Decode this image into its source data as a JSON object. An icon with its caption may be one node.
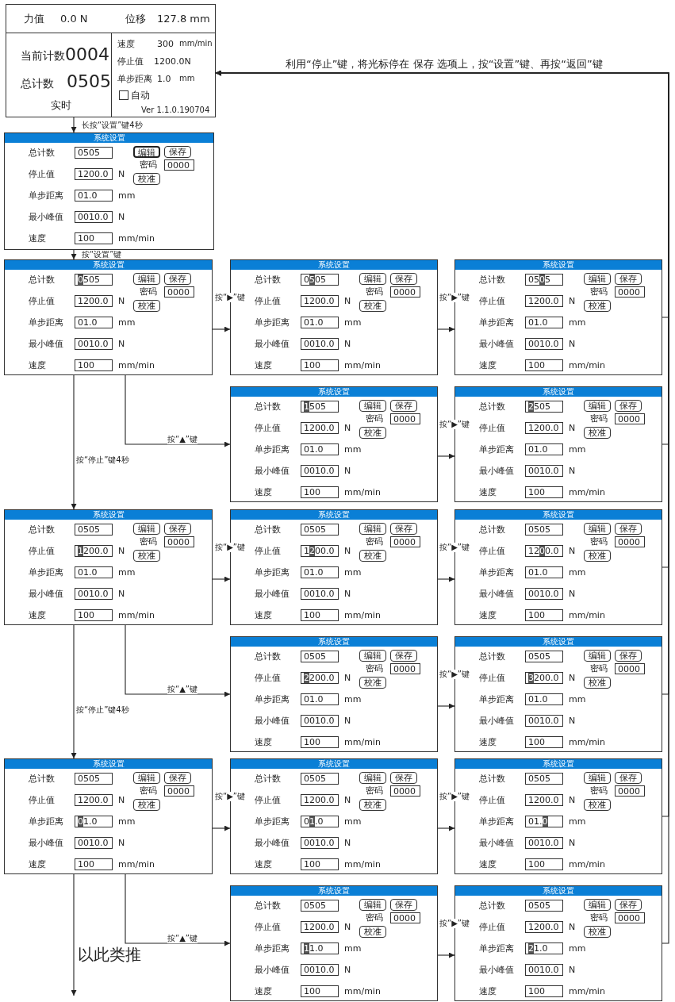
{
  "diagram": {
    "nodes": [
      {
        "text": [
          "力值",
          "0.0 N",
          "位移",
          "127.8 mm",
          "当前计数",
          "0004",
          "总计数",
          "0505",
          "实时",
          "速度",
          "300",
          "mm/min",
          "停止值",
          "1200.0N",
          "单步距离",
          "1.0",
          "mm",
          "自动",
          "Ver 1.1.0.190704"
        ]
      },
      {
        "text": [
          "系统设置",
          "总计数",
          "0505",
          "编辑",
          "保存",
          "密码",
          "0000",
          "停止值",
          "1200.0",
          "N",
          "校准",
          "单步距离",
          "01.0",
          "mm",
          "最小峰值",
          "0010.0",
          "N",
          "速度",
          "100",
          "mm/min"
        ]
      },
      {
        "text": [
          "系统设置",
          "总计数",
          "0505",
          "编辑",
          "保存",
          "密码",
          "0000",
          "停止值",
          "1200.0",
          "N",
          "校准",
          "单步距离",
          "01.0",
          "mm",
          "最小峰值",
          "0010.0",
          "N",
          "速度",
          "100",
          "mm/min"
        ]
      },
      {
        "text": [
          "系统设置",
          "总计数",
          "0505",
          "编辑",
          "保存",
          "密码",
          "0000",
          "停止值",
          "1200.0",
          "N",
          "校准",
          "单步距离",
          "01.0",
          "mm",
          "最小峰值",
          "0010.0",
          "N",
          "速度",
          "100",
          "mm/min"
        ]
      },
      {
        "text": [
          "系统设置",
          "总计数",
          "0505",
          "编辑",
          "保存",
          "密码",
          "0000",
          "停止值",
          "1200.0",
          "N",
          "校准",
          "单步距离",
          "01.0",
          "mm",
          "最小峰值",
          "0010.0",
          "N",
          "速度",
          "100",
          "mm/min"
        ]
      },
      {
        "text": [
          "系统设置",
          "总计数",
          "1505",
          "编辑",
          "保存",
          "密码",
          "0000",
          "停止值",
          "1200.0",
          "N",
          "校准",
          "单步距离",
          "01.0",
          "mm",
          "最小峰值",
          "0010.0",
          "N",
          "速度",
          "100",
          "mm/min"
        ]
      },
      {
        "text": [
          "系统设置",
          "总计数",
          "2505",
          "编辑",
          "保存",
          "密码",
          "0000",
          "停止值",
          "1200.0",
          "N",
          "校准",
          "单步距离",
          "01.0",
          "mm",
          "最小峰值",
          "0010.0",
          "N",
          "速度",
          "100",
          "mm/min"
        ]
      },
      {
        "text": [
          "系统设置",
          "总计数",
          "0505",
          "编辑",
          "保存",
          "密码",
          "0000",
          "停止值",
          "1200.0",
          "N",
          "校准",
          "单步距离",
          "01.0",
          "mm",
          "最小峰值",
          "0010.0",
          "N",
          "速度",
          "100",
          "mm/min"
        ]
      },
      {
        "text": [
          "系统设置",
          "总计数",
          "0505",
          "编辑",
          "保存",
          "密码",
          "0000",
          "停止值",
          "1200.0",
          "N",
          "校准",
          "单步距离",
          "01.0",
          "mm",
          "最小峰值",
          "0010.0",
          "N",
          "速度",
          "100",
          "mm/min"
        ]
      },
      {
        "text": [
          "系统设置",
          "总计数",
          "0505",
          "编辑",
          "保存",
          "密码",
          "0000",
          "停止值",
          "1200.0",
          "N",
          "校准",
          "单步距离",
          "01.0",
          "mm",
          "最小峰值",
          "0010.0",
          "N",
          "速度",
          "100",
          "mm/min"
        ]
      },
      {
        "text": [
          "系统设置",
          "总计数",
          "0505",
          "编辑",
          "保存",
          "密码",
          "0000",
          "停止值",
          "2200.0",
          "N",
          "校准",
          "单步距离",
          "01.0",
          "mm",
          "最小峰值",
          "0010.0",
          "N",
          "速度",
          "100",
          "mm/min"
        ]
      },
      {
        "text": [
          "系统设置",
          "总计数",
          "0505",
          "编辑",
          "保存",
          "密码",
          "0000",
          "停止值",
          "3200.0",
          "N",
          "校准",
          "单步距离",
          "01.0",
          "mm",
          "最小峰值",
          "0010.0",
          "N",
          "速度",
          "100",
          "mm/min"
        ]
      },
      {
        "text": [
          "系统设置",
          "总计数",
          "0505",
          "编辑",
          "保存",
          "密码",
          "0000",
          "停止值",
          "1200.0",
          "N",
          "校准",
          "单步距离",
          "01.0",
          "mm",
          "最小峰值",
          "0010.0",
          "N",
          "速度",
          "100",
          "mm/min"
        ]
      },
      {
        "text": [
          "系统设置",
          "总计数",
          "0505",
          "编辑",
          "保存",
          "密码",
          "0000",
          "停止值",
          "1200.0",
          "N",
          "校准",
          "单步距离",
          "01.0",
          "mm",
          "最小峰值",
          "0010.0",
          "N",
          "速度",
          "100",
          "mm/min"
        ]
      },
      {
        "text": [
          "系统设置",
          "总计数",
          "0505",
          "编辑",
          "保存",
          "密码",
          "0000",
          "停止值",
          "1200.0",
          "N",
          "校准",
          "单步距离",
          "01.0",
          "mm",
          "最小峰值",
          "0010.0",
          "N",
          "速度",
          "100",
          "mm/min"
        ]
      },
      {
        "text": [
          "系统设置",
          "总计数",
          "0505",
          "编辑",
          "保存",
          "密码",
          "0000",
          "停止值",
          "1200.0",
          "N",
          "校准",
          "单步距离",
          "11.0",
          "mm",
          "最小峰值",
          "0010.0",
          "N",
          "速度",
          "100",
          "mm/min"
        ]
      },
      {
        "text": [
          "系统设置",
          "总计数",
          "0505",
          "编辑",
          "保存",
          "密码",
          "0000",
          "停止值",
          "1200.0",
          "N",
          "校准",
          "单步距离",
          "21.0",
          "mm",
          "最小峰值",
          "0010.0",
          "N",
          "速度",
          "100",
          "mm/min"
        ]
      }
    ],
    "edges": [
      {
        "from": 0,
        "to": 1,
        "arrow": "to",
        "label": "长按“设置”键4秒"
      },
      {
        "from": 1,
        "to": 2,
        "arrow": "to",
        "label": "按“设置”键"
      },
      {
        "from": 2,
        "to": 3,
        "arrow": "to",
        "label": "按“▶”键"
      },
      {
        "from": 3,
        "to": 4,
        "arrow": "to",
        "label": "按“▶”键"
      },
      {
        "from": 2,
        "to": 5,
        "arrow": "to",
        "label": "按“▲”键"
      },
      {
        "from": 5,
        "to": 6,
        "arrow": "to",
        "label": "按“▶”键"
      },
      {
        "from": 2,
        "to": 7,
        "arrow": "to",
        "label": "按“停止”键4秒"
      },
      {
        "from": 7,
        "to": 8,
        "arrow": "to",
        "label": "按“▶”键"
      },
      {
        "from": 8,
        "to": 9,
        "arrow": "to",
        "label": "按“▶”键"
      },
      {
        "from": 7,
        "to": 10,
        "arrow": "to",
        "label": "按“▲”键"
      },
      {
        "from": 10,
        "to": 11,
        "arrow": "to",
        "label": "按“▶”键"
      },
      {
        "from": 7,
        "to": 12,
        "arrow": "to",
        "label": "按“停止”键4秒"
      },
      {
        "from": 12,
        "to": 13,
        "arrow": "to",
        "label": "按“▶”键"
      },
      {
        "from": 13,
        "to": 14,
        "arrow": "to",
        "label": "按“▶”键"
      },
      {
        "from": 12,
        "to": 15,
        "arrow": "to",
        "label": "按“▲”键"
      },
      {
        "from": 15,
        "to": 16,
        "arrow": "to",
        "label": "按“▶”键"
      },
      {
        "from": 12,
        "to": null,
        "arrow": "to",
        "label": "以此类推"
      },
      {
        "from": 4,
        "to": 0,
        "arrow": "to",
        "label": "利用“停止”键，将光标停在 保存 选项上，按“设置”键、再按“返回”键"
      },
      {
        "from": 6,
        "to": 0,
        "arrow": "to"
      },
      {
        "from": 9,
        "to": 0,
        "arrow": "to"
      },
      {
        "from": 11,
        "to": 0,
        "arrow": "to"
      },
      {
        "from": 14,
        "to": 0,
        "arrow": "to"
      },
      {
        "from": 16,
        "to": 0,
        "arrow": "to"
      }
    ]
  }
}
